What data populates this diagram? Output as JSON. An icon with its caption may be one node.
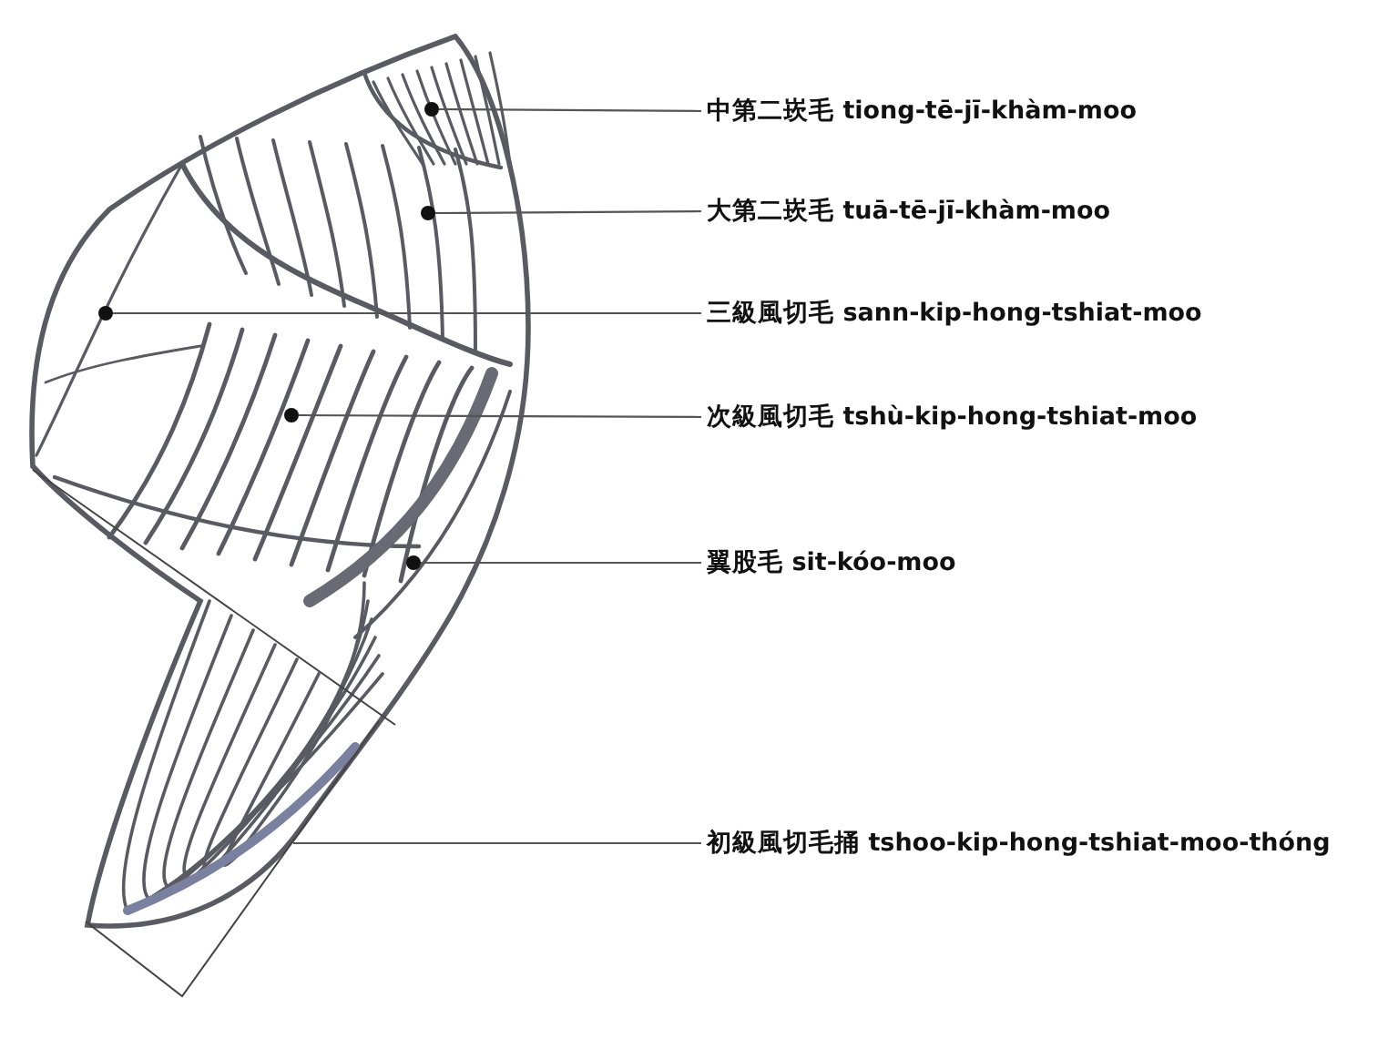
{
  "diagram": {
    "nodes": [
      {
        "text": [
          "中第二崁毛 tiong-tē-jī-khàm-moo"
        ]
      },
      {
        "text": [
          "大第二崁毛 tuā-tē-jī-khàm-moo"
        ]
      },
      {
        "text": [
          "三級風切毛 sann-kip-hong-tshiat-moo"
        ]
      },
      {
        "text": [
          "次級風切毛 tshù-kip-hong-tshiat-moo"
        ]
      },
      {
        "text": [
          "翼股毛 sit-kóo-moo"
        ]
      },
      {
        "text": [
          "初級風切毛捅 tshoo-kip-hong-tshiat-moo-thóng"
        ]
      },
      {
        "text": [],
        "shape": "circle"
      },
      {
        "text": [],
        "shape": "circle"
      },
      {
        "text": [],
        "shape": "circle"
      },
      {
        "text": [],
        "shape": "circle"
      },
      {
        "text": [],
        "shape": "circle"
      },
      {
        "text": [],
        "shape": "bracket"
      }
    ],
    "edges": [
      {
        "from": 0,
        "to": 6,
        "arrow": "none"
      },
      {
        "from": 1,
        "to": 7,
        "arrow": "none"
      },
      {
        "from": 2,
        "to": 8,
        "arrow": "none"
      },
      {
        "from": 3,
        "to": 9,
        "arrow": "none"
      },
      {
        "from": 4,
        "to": 10,
        "arrow": "none"
      },
      {
        "from": 5,
        "to": 11,
        "arrow": "none"
      }
    ]
  }
}
